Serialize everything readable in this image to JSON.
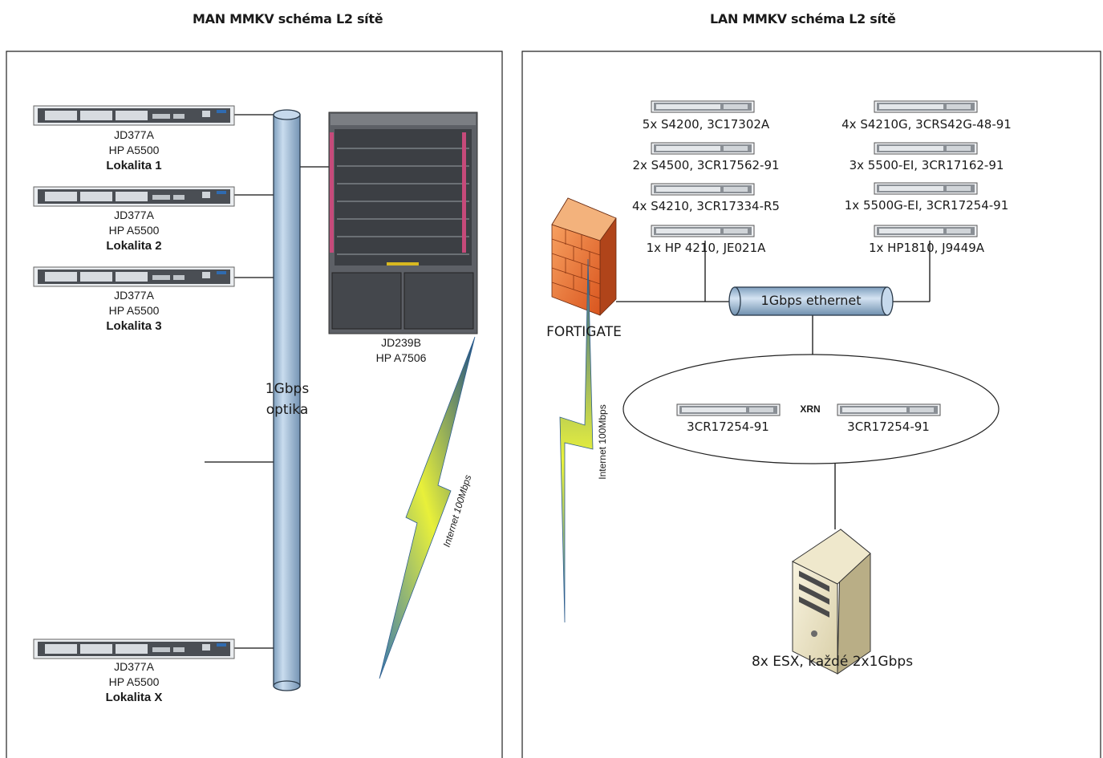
{
  "titles": {
    "man": "MAN MMKV schéma L2 sítě",
    "lan": "LAN MMKV schéma L2 sítě"
  },
  "man": {
    "switches": [
      {
        "model": "JD377A",
        "name": "HP A5500",
        "location": "Lokalita 1"
      },
      {
        "model": "JD377A",
        "name": "HP A5500",
        "location": "Lokalita 2"
      },
      {
        "model": "JD377A",
        "name": "HP A5500",
        "location": "Lokalita 3"
      },
      {
        "model": "JD377A",
        "name": "HP A5500",
        "location": "Lokalita X"
      }
    ],
    "backbone_label_line1": "1Gbps",
    "backbone_label_line2": "optika",
    "core": {
      "model": "JD239B",
      "name": "HP A7506"
    },
    "internet_label": "Internet 100Mbps"
  },
  "lan": {
    "switch_groups_left": [
      "5x S4200, 3C17302A",
      "2x S4500, 3CR17562-91",
      "4x S4210, 3CR17334-R5",
      "1x HP 4210, JE021A"
    ],
    "switch_groups_right": [
      "4x S4210G, 3CRS42G-48-91",
      "3x 5500-EI, 3CR17162-91",
      "1x 5500G-EI, 3CR17254-91",
      "1x HP1810, J9449A"
    ],
    "ethernet_label": "1Gbps ethernet",
    "firewall_label": "FORTIGATE",
    "internet_label": "Internet 100Mbps",
    "xrn_label": "XRN",
    "xrn_switches": [
      "3CR17254-91",
      "3CR17254-91"
    ],
    "server_label": "8x ESX, každé 2x1Gbps"
  },
  "colors": {
    "pipe_fill": "#a9c4de",
    "pipe_stroke": "#2a3a4a",
    "firewall": "#e8742e",
    "lightning_yellow": "#eef23a",
    "lightning_blue": "#3a78b0"
  }
}
